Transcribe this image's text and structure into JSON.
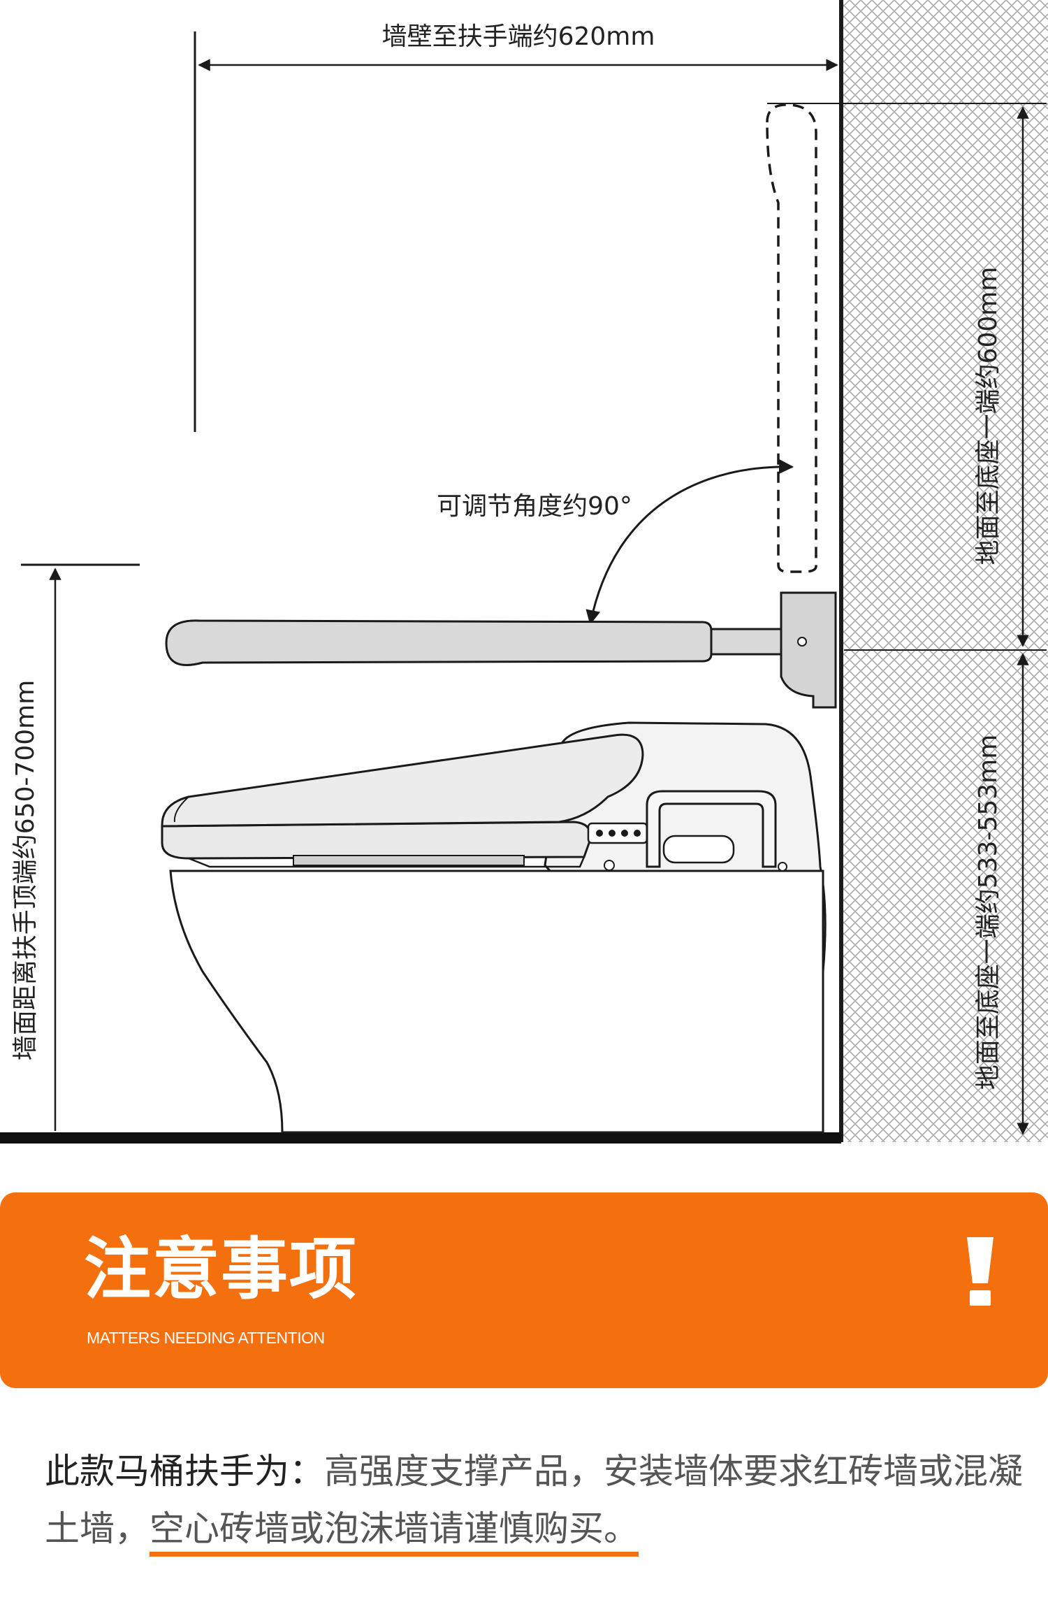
{
  "diagram": {
    "dim_wall_to_rail_end": "墙壁至扶手端约620mm",
    "dim_floor_to_rail_top": "墙面距离扶手顶端约650-700mm",
    "dim_base_to_top": "地面至底座一端约600mm",
    "dim_floor_to_base": "地面至底座一端约533-553mm",
    "adjust_angle": "可调节角度约90°",
    "colors": {
      "line": "#1a1a1a",
      "rail_fill": "#dcdcdc",
      "wall_hatch": "#999999"
    }
  },
  "notice": {
    "title": "注意事项",
    "subtitle": "MATTERS NEEDING ATTENTION",
    "mark": "!",
    "lead": "此款马桶扶手为：",
    "body_part1": "高强度支撑产品，安装墙体要求红砖墙或混凝土墙，",
    "warning": "空心砖墙或泡沫墙请谨慎购买。",
    "accent_color": "#f4700f"
  }
}
